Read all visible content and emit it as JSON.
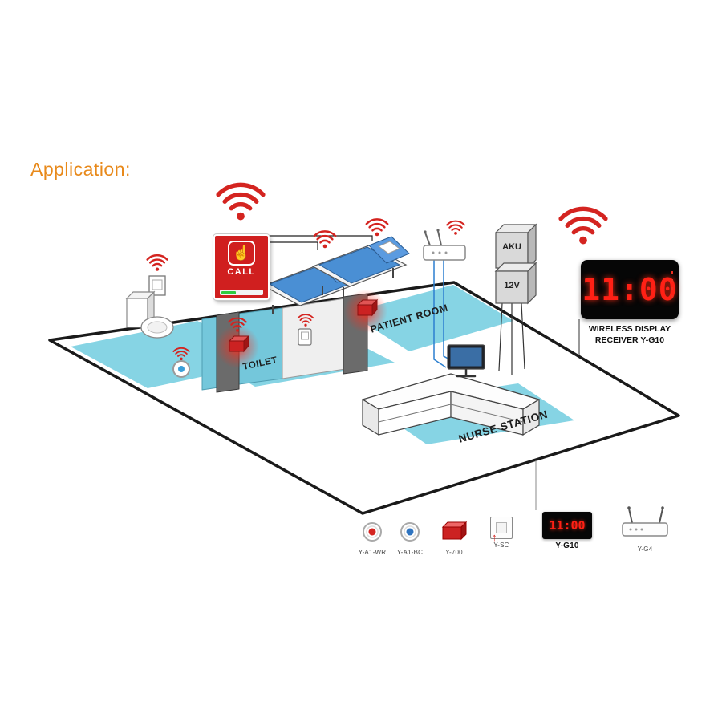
{
  "title": "Application:",
  "diagram": {
    "rooms": {
      "toilet": "TOILET",
      "patient_room": "PATIENT ROOM",
      "nurse_station": "NURSE STATION"
    },
    "call_panel": {
      "label": "CALL"
    },
    "power_unit": {
      "top": "AKU",
      "bottom": "12V"
    },
    "clock": {
      "time": "11:00"
    },
    "receiver_caption": {
      "line1": "WIRELESS DISPLAY",
      "line2": "RECEIVER Y-G10"
    }
  },
  "icons": {
    "call_hand": "☝",
    "arrow_up": "↑"
  },
  "legend": {
    "items": [
      {
        "id": "y-a1-wr",
        "label": "Y-A1-WR"
      },
      {
        "id": "y-a1-bc",
        "label": "Y-A1-BC"
      },
      {
        "id": "y-700",
        "label": "Y-700"
      },
      {
        "id": "y-sc",
        "label": "Y-SC"
      },
      {
        "id": "y-g10",
        "label": "Y-G10",
        "display": "11:00"
      },
      {
        "id": "y-g4",
        "label": "Y-G4"
      }
    ]
  },
  "colors": {
    "accent_orange": "#e8891a",
    "floor_blue": "#86d4e4",
    "alert_red": "#d42420",
    "clock_digit_red": "#ff2015"
  }
}
